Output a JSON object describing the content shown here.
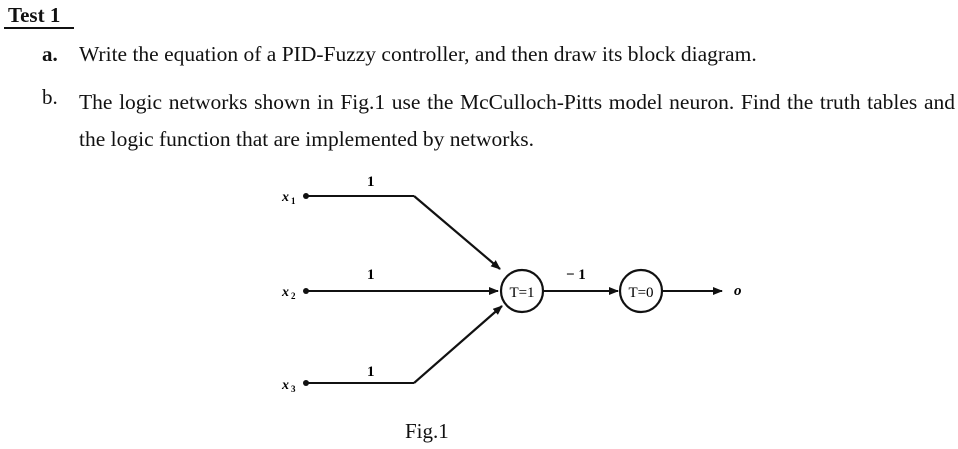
{
  "header": {
    "title": "Test 1"
  },
  "questions": [
    {
      "marker": "a.",
      "text": "Write the equation of a PID-Fuzzy controller, and then draw its block diagram."
    },
    {
      "marker": "b.",
      "text": "The logic networks shown in Fig.1 use the McCulloch-Pitts model neuron. Find the truth tables and the logic function that are implemented by networks."
    }
  ],
  "figure": {
    "caption": "Fig.1",
    "inputs": [
      {
        "var": "x",
        "sub": "1",
        "weight": "1"
      },
      {
        "var": "x",
        "sub": "2",
        "weight": "1"
      },
      {
        "var": "x",
        "sub": "3",
        "weight": "1"
      }
    ],
    "neuron1_label": "T=1",
    "neuron2_label": "T=0",
    "link_weight": "− 1",
    "output_label": "o"
  }
}
